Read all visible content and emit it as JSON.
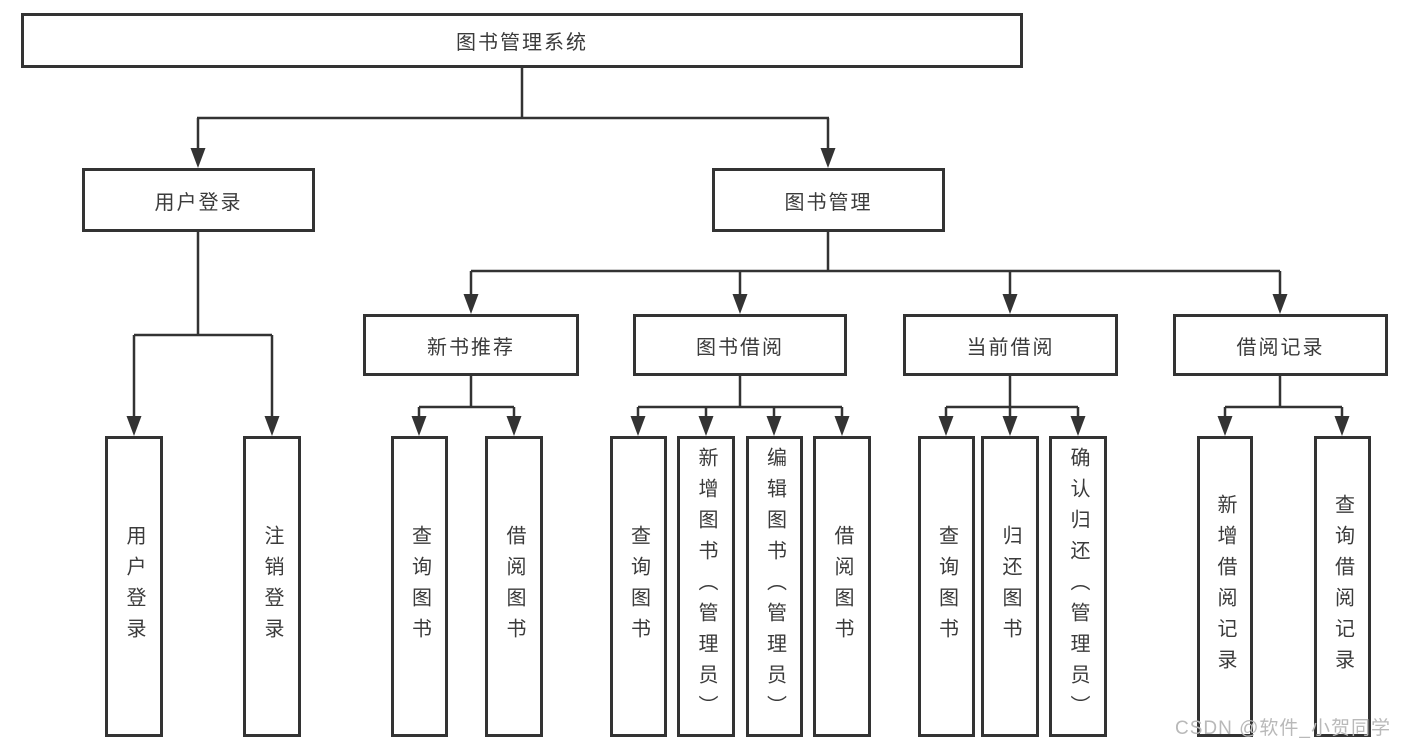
{
  "tree": {
    "root": {
      "label": "图书管理系统"
    },
    "branches": [
      {
        "label": "用户登录",
        "leaves": [
          "用户登录",
          "注销登录"
        ]
      },
      {
        "label": "图书管理",
        "groups": [
          {
            "label": "新书推荐",
            "leaves": [
              "查询图书",
              "借阅图书"
            ]
          },
          {
            "label": "图书借阅",
            "leaves": [
              "查询图书",
              "新增图书（管理员）",
              "编辑图书（管理员）",
              "借阅图书"
            ]
          },
          {
            "label": "当前借阅",
            "leaves": [
              "查询图书",
              "归还图书",
              "确认归还（管理员）"
            ]
          },
          {
            "label": "借阅记录",
            "leaves": [
              "新增借阅记录",
              "查询借阅记录"
            ]
          }
        ]
      }
    ]
  },
  "watermark": {
    "text": "CSDN @软件_小贺同学"
  },
  "colors": {
    "line": "#333333",
    "text": "#3b3b3b",
    "watermark": "#b9b9b9",
    "background": "#ffffff"
  }
}
